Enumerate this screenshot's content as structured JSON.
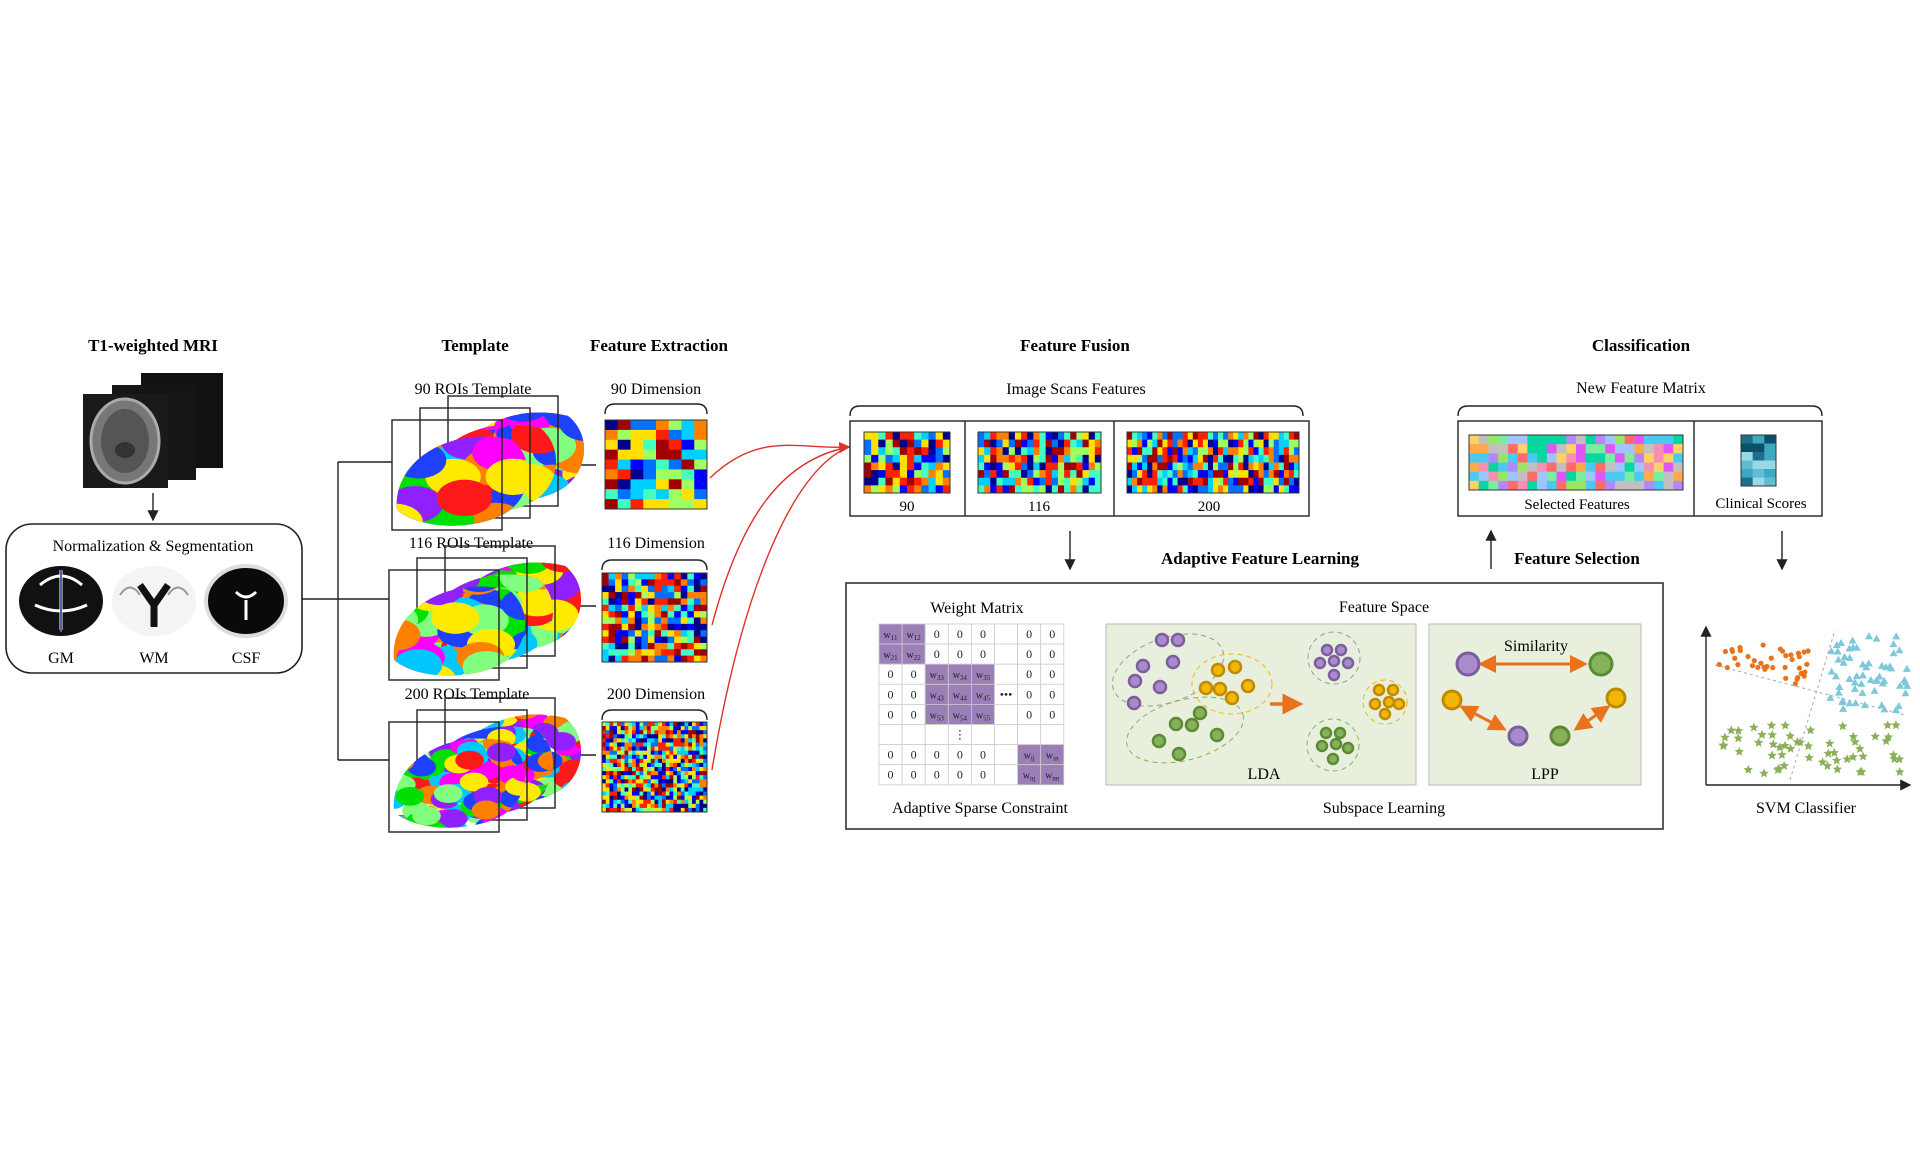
{
  "stages": {
    "mri": {
      "title": "T1-weighted MRI",
      "box_title": "Normalization & Segmentation",
      "tissues": [
        "GM",
        "WM",
        "CSF"
      ]
    },
    "template": {
      "title": "Template",
      "items": [
        "90 ROIs Template",
        "116 ROIs Template",
        "200 ROIs Template"
      ]
    },
    "extraction": {
      "title": "Feature Extraction",
      "items": [
        "90 Dimension",
        "116 Dimension",
        "200 Dimension"
      ]
    },
    "fusion": {
      "title": "Feature Fusion",
      "subtitle": "Image Scans Features",
      "labels": [
        "90",
        "116",
        "200"
      ]
    },
    "afl": {
      "title": "Adaptive Feature Learning",
      "weight_title": "Weight Matrix",
      "weight_caption": "Adaptive Sparse Constraint",
      "weight_cells": [
        [
          "w11",
          "w12",
          "0",
          "0",
          "0",
          "",
          "0",
          "0"
        ],
        [
          "w21",
          "w22",
          "0",
          "0",
          "0",
          "",
          "0",
          "0"
        ],
        [
          "0",
          "0",
          "w33",
          "w34",
          "w35",
          "",
          "0",
          "0"
        ],
        [
          "0",
          "0",
          "w43",
          "w44",
          "w45",
          "•••",
          "0",
          "0"
        ],
        [
          "0",
          "0",
          "w53",
          "w54",
          "w55",
          "",
          "0",
          "0"
        ],
        [
          "",
          "",
          "",
          "⋮",
          "",
          "",
          "",
          ""
        ],
        [
          "0",
          "0",
          "0",
          "0",
          "0",
          "",
          "wij",
          "win"
        ],
        [
          "0",
          "0",
          "0",
          "0",
          "0",
          "",
          "wnj",
          "wnn"
        ]
      ],
      "space_title": "Feature Space",
      "lda": "LDA",
      "lpp": "LPP",
      "similarity": "Similarity",
      "space_caption": "Subspace Learning"
    },
    "selection": {
      "title": "Feature Selection"
    },
    "classification": {
      "title": "Classification",
      "subtitle": "New Feature Matrix",
      "selected": "Selected Features",
      "clinical": "Clinical Scores",
      "classifier": "SVM Classifier"
    }
  },
  "colors": {
    "arrow_red": "#e0302a",
    "purple": "#9b7fb8",
    "orange": "#e8731c",
    "yellow": "#f2b705",
    "green": "#77a045",
    "panel": "#e8efdc",
    "cyan": "#7ec8dc"
  }
}
